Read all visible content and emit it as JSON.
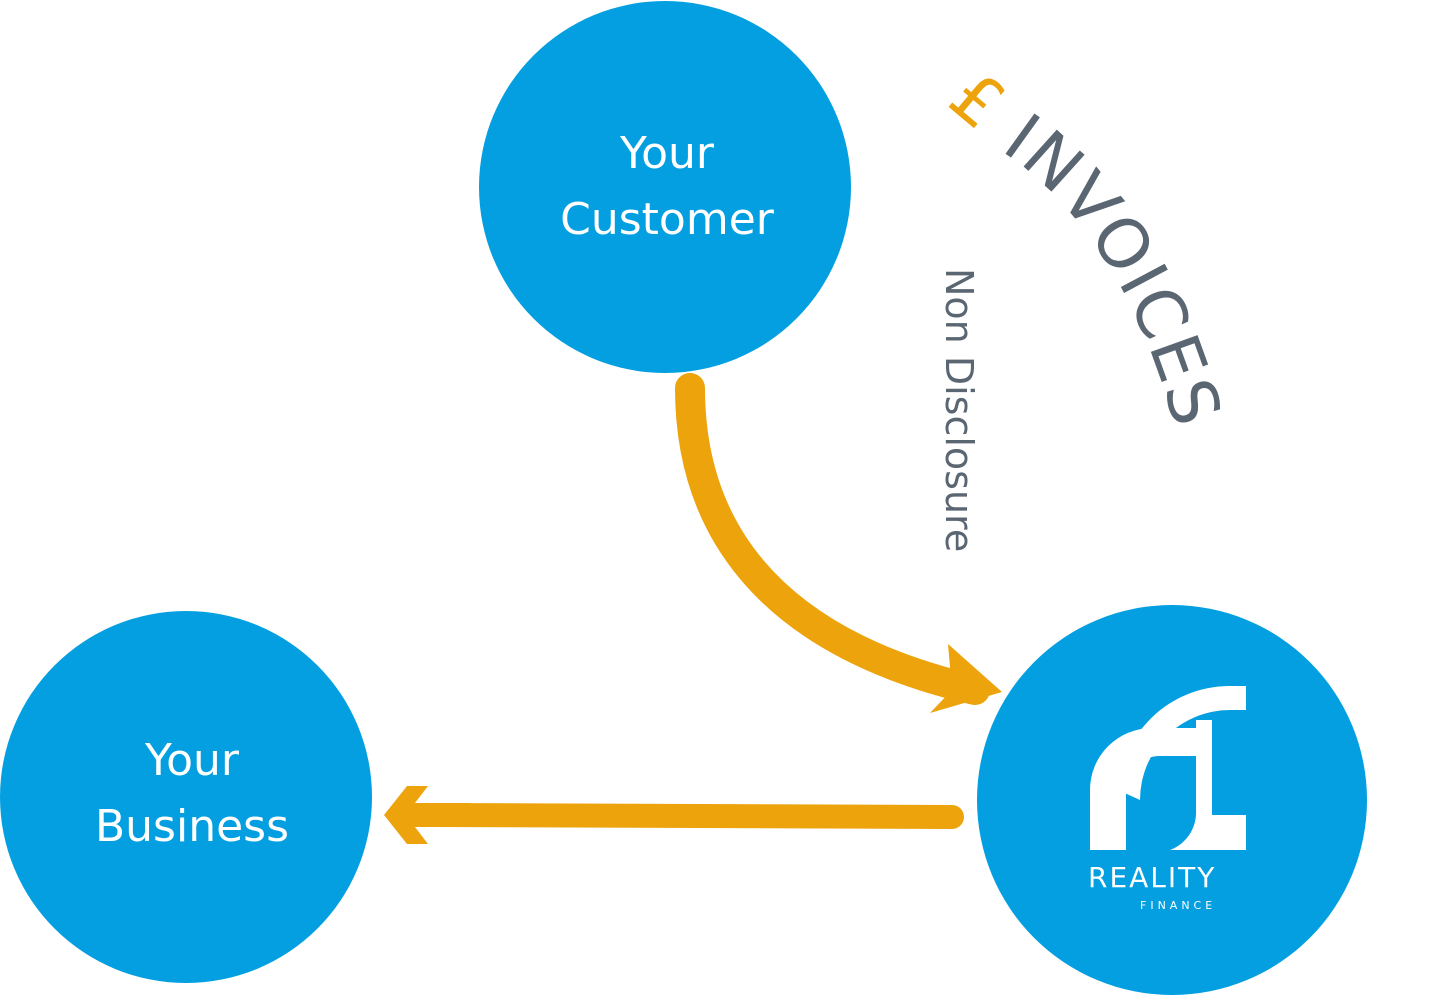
{
  "diagram": {
    "colors": {
      "node": "#039fe0",
      "arrow": "#eca30c",
      "text_dark": "#5b6673",
      "white": "#ffffff"
    },
    "nodes": {
      "customer": {
        "line1": "Your",
        "line2": "Customer"
      },
      "business": {
        "line1": "Your",
        "line2": "Business"
      },
      "finance": {
        "logo": "rf-logo-icon",
        "brand": "REALITY",
        "subbrand": "FINANCE"
      }
    },
    "annotations": {
      "currency_symbol": "£",
      "invoices": "INVOICES",
      "non_disclosure": "Non Disclosure"
    },
    "edges": [
      {
        "from": "Your Customer",
        "to": "Reality Finance"
      },
      {
        "from": "Reality Finance",
        "to": "Your Business"
      }
    ]
  }
}
